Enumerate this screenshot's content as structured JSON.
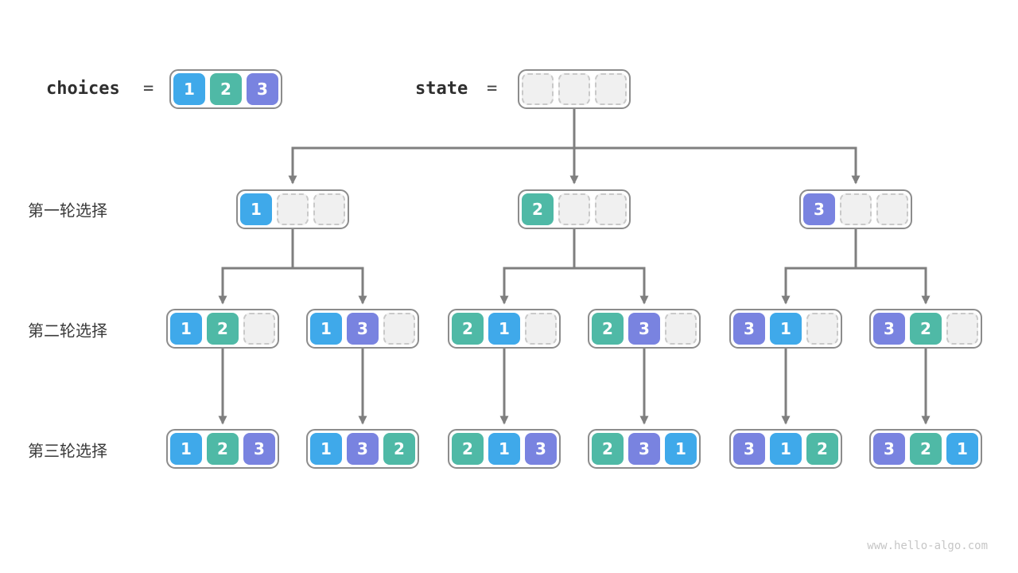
{
  "page": {
    "watermark": "www.hello-algo.com",
    "background": "#FFFFFF"
  },
  "palette": {
    "choice1": "#3FA9EA",
    "choice2": "#4FB9A6",
    "choice3": "#7983E0",
    "empty_fill": "#F0F0F0",
    "empty_border": "#C9C9C9",
    "box_border": "#8C8C8C",
    "connector": "#7F7F7F"
  },
  "header": {
    "choices_label": "choices",
    "choices_equals": "=",
    "choices_cells": [
      "1",
      "2",
      "3"
    ],
    "state_label": "state",
    "state_equals": "=",
    "state_cells": [
      "",
      "",
      ""
    ]
  },
  "tree": {
    "row_labels": [
      "第一轮选择",
      "第二轮选择",
      "第三轮选择"
    ],
    "levels": [
      {
        "nodes": [
          [
            "1",
            "",
            ""
          ],
          [
            "2",
            "",
            ""
          ],
          [
            "3",
            "",
            ""
          ]
        ]
      },
      {
        "nodes": [
          [
            "1",
            "2",
            ""
          ],
          [
            "1",
            "3",
            ""
          ],
          [
            "2",
            "1",
            ""
          ],
          [
            "2",
            "3",
            ""
          ],
          [
            "3",
            "1",
            ""
          ],
          [
            "3",
            "2",
            ""
          ]
        ]
      },
      {
        "nodes": [
          [
            "1",
            "2",
            "3"
          ],
          [
            "1",
            "3",
            "2"
          ],
          [
            "2",
            "1",
            "3"
          ],
          [
            "2",
            "3",
            "1"
          ],
          [
            "3",
            "1",
            "2"
          ],
          [
            "3",
            "2",
            "1"
          ]
        ]
      }
    ]
  }
}
